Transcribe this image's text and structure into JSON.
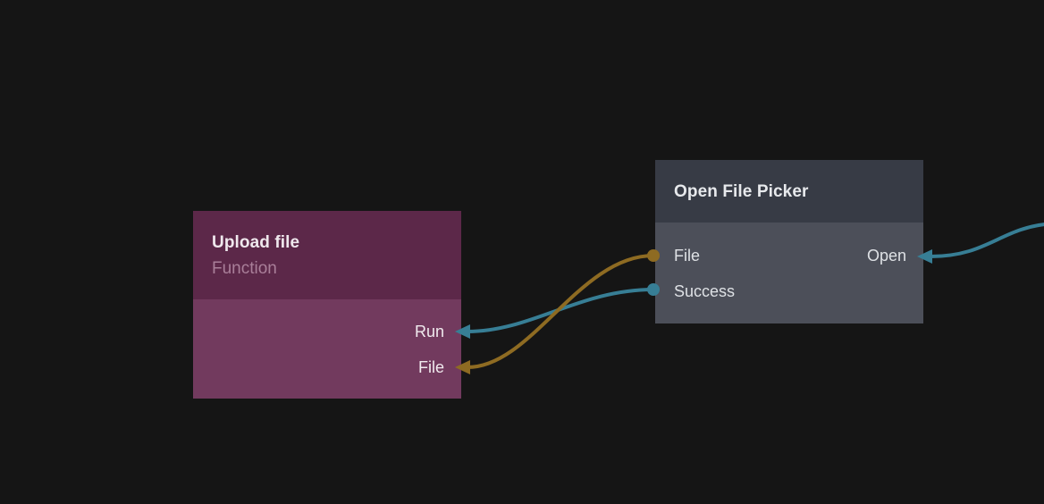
{
  "app": {
    "background": "#151515"
  },
  "nodes": {
    "upload_file": {
      "title": "Upload file",
      "subtitle": "Function",
      "header_color": "#5C2849",
      "body_color": "#723A5E",
      "title_color": "#EFE8ED",
      "subtitle_color": "#A97F99",
      "inputs": [
        {
          "label": "Run",
          "wire_color": "#377E95"
        },
        {
          "label": "File",
          "wire_color": "#8E6B22"
        }
      ]
    },
    "open_file_picker": {
      "title": "Open File Picker",
      "header_color": "#373B45",
      "body_color": "#4C4F59",
      "title_color": "#E7E9EC",
      "outputs": [
        {
          "label": "File",
          "port_color": "#8E6B22"
        },
        {
          "label": "Success",
          "port_color": "#377E95"
        }
      ],
      "inputs": [
        {
          "label": "Open",
          "wire_color": "#377E95"
        }
      ]
    }
  },
  "wires": [
    {
      "name": "picker-file-to-upload-file",
      "color": "#8E6B22"
    },
    {
      "name": "picker-success-to-upload-run",
      "color": "#377E95"
    },
    {
      "name": "offscreen-to-picker-open",
      "color": "#377E95"
    }
  ]
}
